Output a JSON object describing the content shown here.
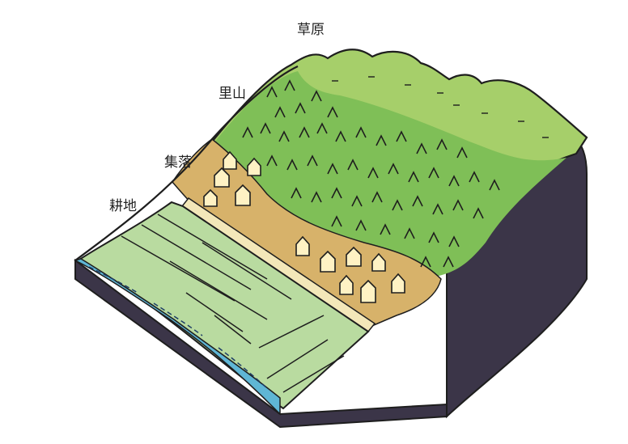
{
  "labels": {
    "grassland": "草原",
    "satoyama": "里山",
    "settlement": "集落",
    "farmland": "耕地"
  },
  "colors": {
    "grass": "#a6cf6a",
    "forest": "#7fbf57",
    "settlement_ground": "#d7b26a",
    "road": "#f3e7b9",
    "field": "#b9dba0",
    "river": "#5fb6d5",
    "block_side": "#3b3548",
    "house": "#fff2c4",
    "outline": "#1e1e1e"
  }
}
